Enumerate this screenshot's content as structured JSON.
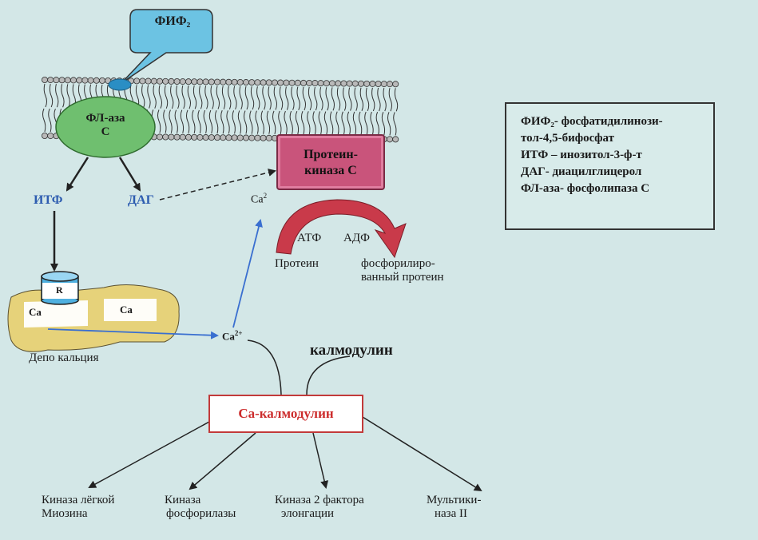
{
  "bubble": {
    "text": "ФИФ₂"
  },
  "enzyme": {
    "line1": "ФЛ-аза",
    "line2": "С"
  },
  "protein_kinase": {
    "line1": "Протеин-",
    "line2": "киназа С"
  },
  "itf_label": "ИТФ",
  "dag_label": "ДАГ",
  "ca_upper": "Ca",
  "ca_upper_sup": "2",
  "atf": "АТФ",
  "adf": "АДФ",
  "protein": "Протеин",
  "phospho_line1": "фосфорилиро-",
  "phospho_line2": "ванный протеин",
  "receptor": "R",
  "depot_ca1": "Ca",
  "depot_ca2": "Ca",
  "depot_label": "Депо кальция",
  "ca_mid": "Ca",
  "ca_mid_sup": "2+",
  "calmodulin": "калмодулин",
  "ca_calmodulin": "Са-калмодулин",
  "targets": [
    {
      "line1": "Киназа лёгкой",
      "line2": "Миозина"
    },
    {
      "line1": "Киназа",
      "line2": "фосфорилазы"
    },
    {
      "line1": "Киназа 2 фактора",
      "line2": "элонгации"
    },
    {
      "line1": "Мультики-",
      "line2": "наза II"
    }
  ],
  "legend": {
    "items": [
      "ФИФ₂- фосфатидилинози-",
      "тол-4,5-бифосфат",
      "ИТФ – инозитол-3-ф-т",
      "ДАГ- диацилглицерол",
      "ФЛ-аза- фосфолипаза С"
    ]
  },
  "colors": {
    "background": "#d3e7e7",
    "enzyme_fill": "#6fbf6f",
    "bubble_fill": "#6cc3e3",
    "kinase_fill": "#c9547b",
    "arc_fill": "#c93a4a",
    "depot_fill": "#e6d27a",
    "blue_arrow": "#3a6fd0",
    "text_blue": "#2d5cb0",
    "ca_calmodulin_red": "#cc2b2b"
  }
}
